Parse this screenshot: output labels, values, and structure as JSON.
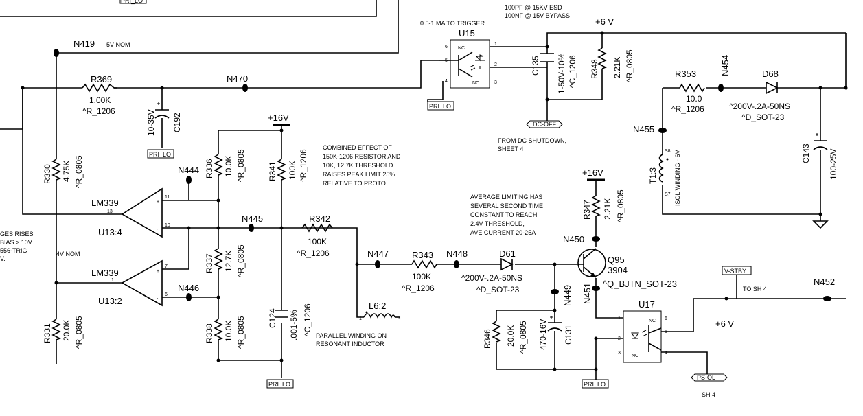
{
  "nets": {
    "n419": "N419",
    "n419_note": "5V NOM",
    "n470": "N470",
    "n444": "N444",
    "n445": "N445",
    "n446": "N446",
    "n447": "N447",
    "n448": "N448",
    "n449": "N449",
    "n450": "N450",
    "n451": "N451",
    "n452": "N452",
    "n454": "N454",
    "n455": "N455",
    "plus6v": "+6 V",
    "plus16v_a": "+16V",
    "plus16v_b": "+16V",
    "plus6v_b": "+6 V",
    "pri_lo": "PRI_LO",
    "dc_off": "DC-OFF",
    "v_stby": "V-STBY",
    "ps_ol": "PS-OL",
    "to_sh4": "TO SH 4",
    "sh4": "SH 4",
    "nom4v": "4V NOM"
  },
  "components": {
    "r369": {
      "ref": "R369",
      "val": "1.00K",
      "pkg": "^R_1206"
    },
    "c192": {
      "ref": "C192",
      "val": "10-35V"
    },
    "r330": {
      "ref": "R330",
      "val": "4.75K",
      "pkg": "^R_0805"
    },
    "r331": {
      "ref": "R331",
      "val": "20.0K",
      "pkg": "^R_0805"
    },
    "r336": {
      "ref": "R336",
      "val": "10.0K",
      "pkg": "^R_0805"
    },
    "r337": {
      "ref": "R337",
      "val": "12.7K",
      "pkg": "^R_0805"
    },
    "r338": {
      "ref": "R338",
      "val": "10.0K",
      "pkg": "^R_0805"
    },
    "r341": {
      "ref": "R341",
      "val": "100K",
      "pkg": "^R_1206"
    },
    "r342": {
      "ref": "R342",
      "val": "100K",
      "pkg": "^R_1206"
    },
    "r343": {
      "ref": "R343",
      "val": "100K",
      "pkg": "^R_1206"
    },
    "r346": {
      "ref": "R346",
      "val": "20.0K",
      "pkg": "^R_0805"
    },
    "r347": {
      "ref": "R347",
      "val": "2.21K",
      "pkg": "^R_0805"
    },
    "r348": {
      "ref": "R348",
      "val": "2.21K",
      "pkg": "^R_0805"
    },
    "r353": {
      "ref": "R353",
      "val": "10.0",
      "pkg": "^R_1206"
    },
    "c124": {
      "ref": "C124",
      "val": ".001-5%",
      "pkg": "^C_1206"
    },
    "c131": {
      "ref": "C131",
      "val": "470-16V"
    },
    "c135": {
      "ref": "C135",
      "val": "1-50V-10%",
      "pkg": "^C_1206"
    },
    "c143": {
      "ref": "C143",
      "val": "100-25V"
    },
    "d61": {
      "ref": "D61",
      "val": "^200V-.2A-50NS",
      "pkg": "^D_SOT-23"
    },
    "d68": {
      "ref": "D68",
      "val": "^200V-.2A-50NS",
      "pkg": "^D_SOT-23"
    },
    "q95": {
      "ref": "Q95",
      "val": "3904",
      "pkg": "^Q_BJTN_SOT-23"
    },
    "u15": {
      "ref": "U15",
      "nc": "NC"
    },
    "u17": {
      "ref": "U17",
      "nc": "NC"
    },
    "u13_4": {
      "ref": "U13:4",
      "part": "LM339"
    },
    "u13_2": {
      "ref": "U13:2",
      "part": "LM339"
    },
    "l6": {
      "ref": "L6:2"
    },
    "t1": {
      "ref": "T1:3",
      "note": "ISOL WINDING - 6V"
    }
  },
  "notes": {
    "esd1": "100PF @ 15KV ESD",
    "esd2": "100NF @ 15V BYPASS",
    "trigger": "0.5-1 MA TO TRIGGER",
    "combined": [
      "COMBINED EFFECT OF",
      "150K-1206 RESISTOR AND",
      "10K, 12.7K THRESHOLD",
      "RAISES PEAK LIMIT 25%",
      "RELATIVE TO PROTO"
    ],
    "average": [
      "AVERAGE LIMITING HAS",
      "SEVERAL SECOND TIME",
      "CONSTANT TO REACH",
      "2.4V THRESHOLD,",
      "AVE CURRENT 20-25A"
    ],
    "from_dc": [
      "FROM DC SHUTDOWN,",
      "SHEET 4"
    ],
    "parallel": [
      "PARALLEL WINDING ON",
      "RESONANT INDUCTOR"
    ],
    "left": [
      "GES RISES",
      "BIAS > 10V.",
      "556-TRIG",
      "V."
    ]
  }
}
